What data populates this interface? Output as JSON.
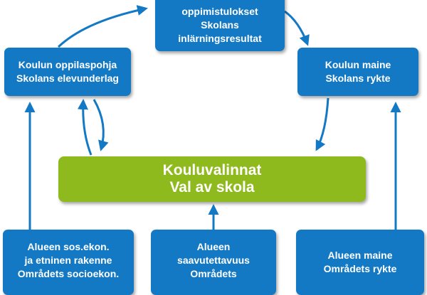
{
  "nodes": {
    "top": {
      "line1": "oppimistulokset",
      "line2": "Skolans",
      "line3": "inlärningsresultat"
    },
    "left": {
      "line1": "Koulun oppilaspohja",
      "line2": "Skolans elevunderlag"
    },
    "right": {
      "line1": "Koulun maine",
      "line2": "Skolans rykte"
    },
    "center": {
      "line1": "Kouluvalinnat",
      "line2": "Val av skola"
    },
    "bottom_left": {
      "line1": "Alueen sos.ekon.",
      "line2": "ja etninen rakenne",
      "line3": "Områdets socioekon."
    },
    "bottom_mid": {
      "line1": "Alueen",
      "line2": "saavutettavuus",
      "line3": "Områdets"
    },
    "bottom_right": {
      "line1": "Alueen maine",
      "line2": "Områdets rykte"
    }
  },
  "colors": {
    "box_blue": "#1479c4",
    "center_green": "#8fba1d",
    "arrow_blue": "#1479c4"
  }
}
